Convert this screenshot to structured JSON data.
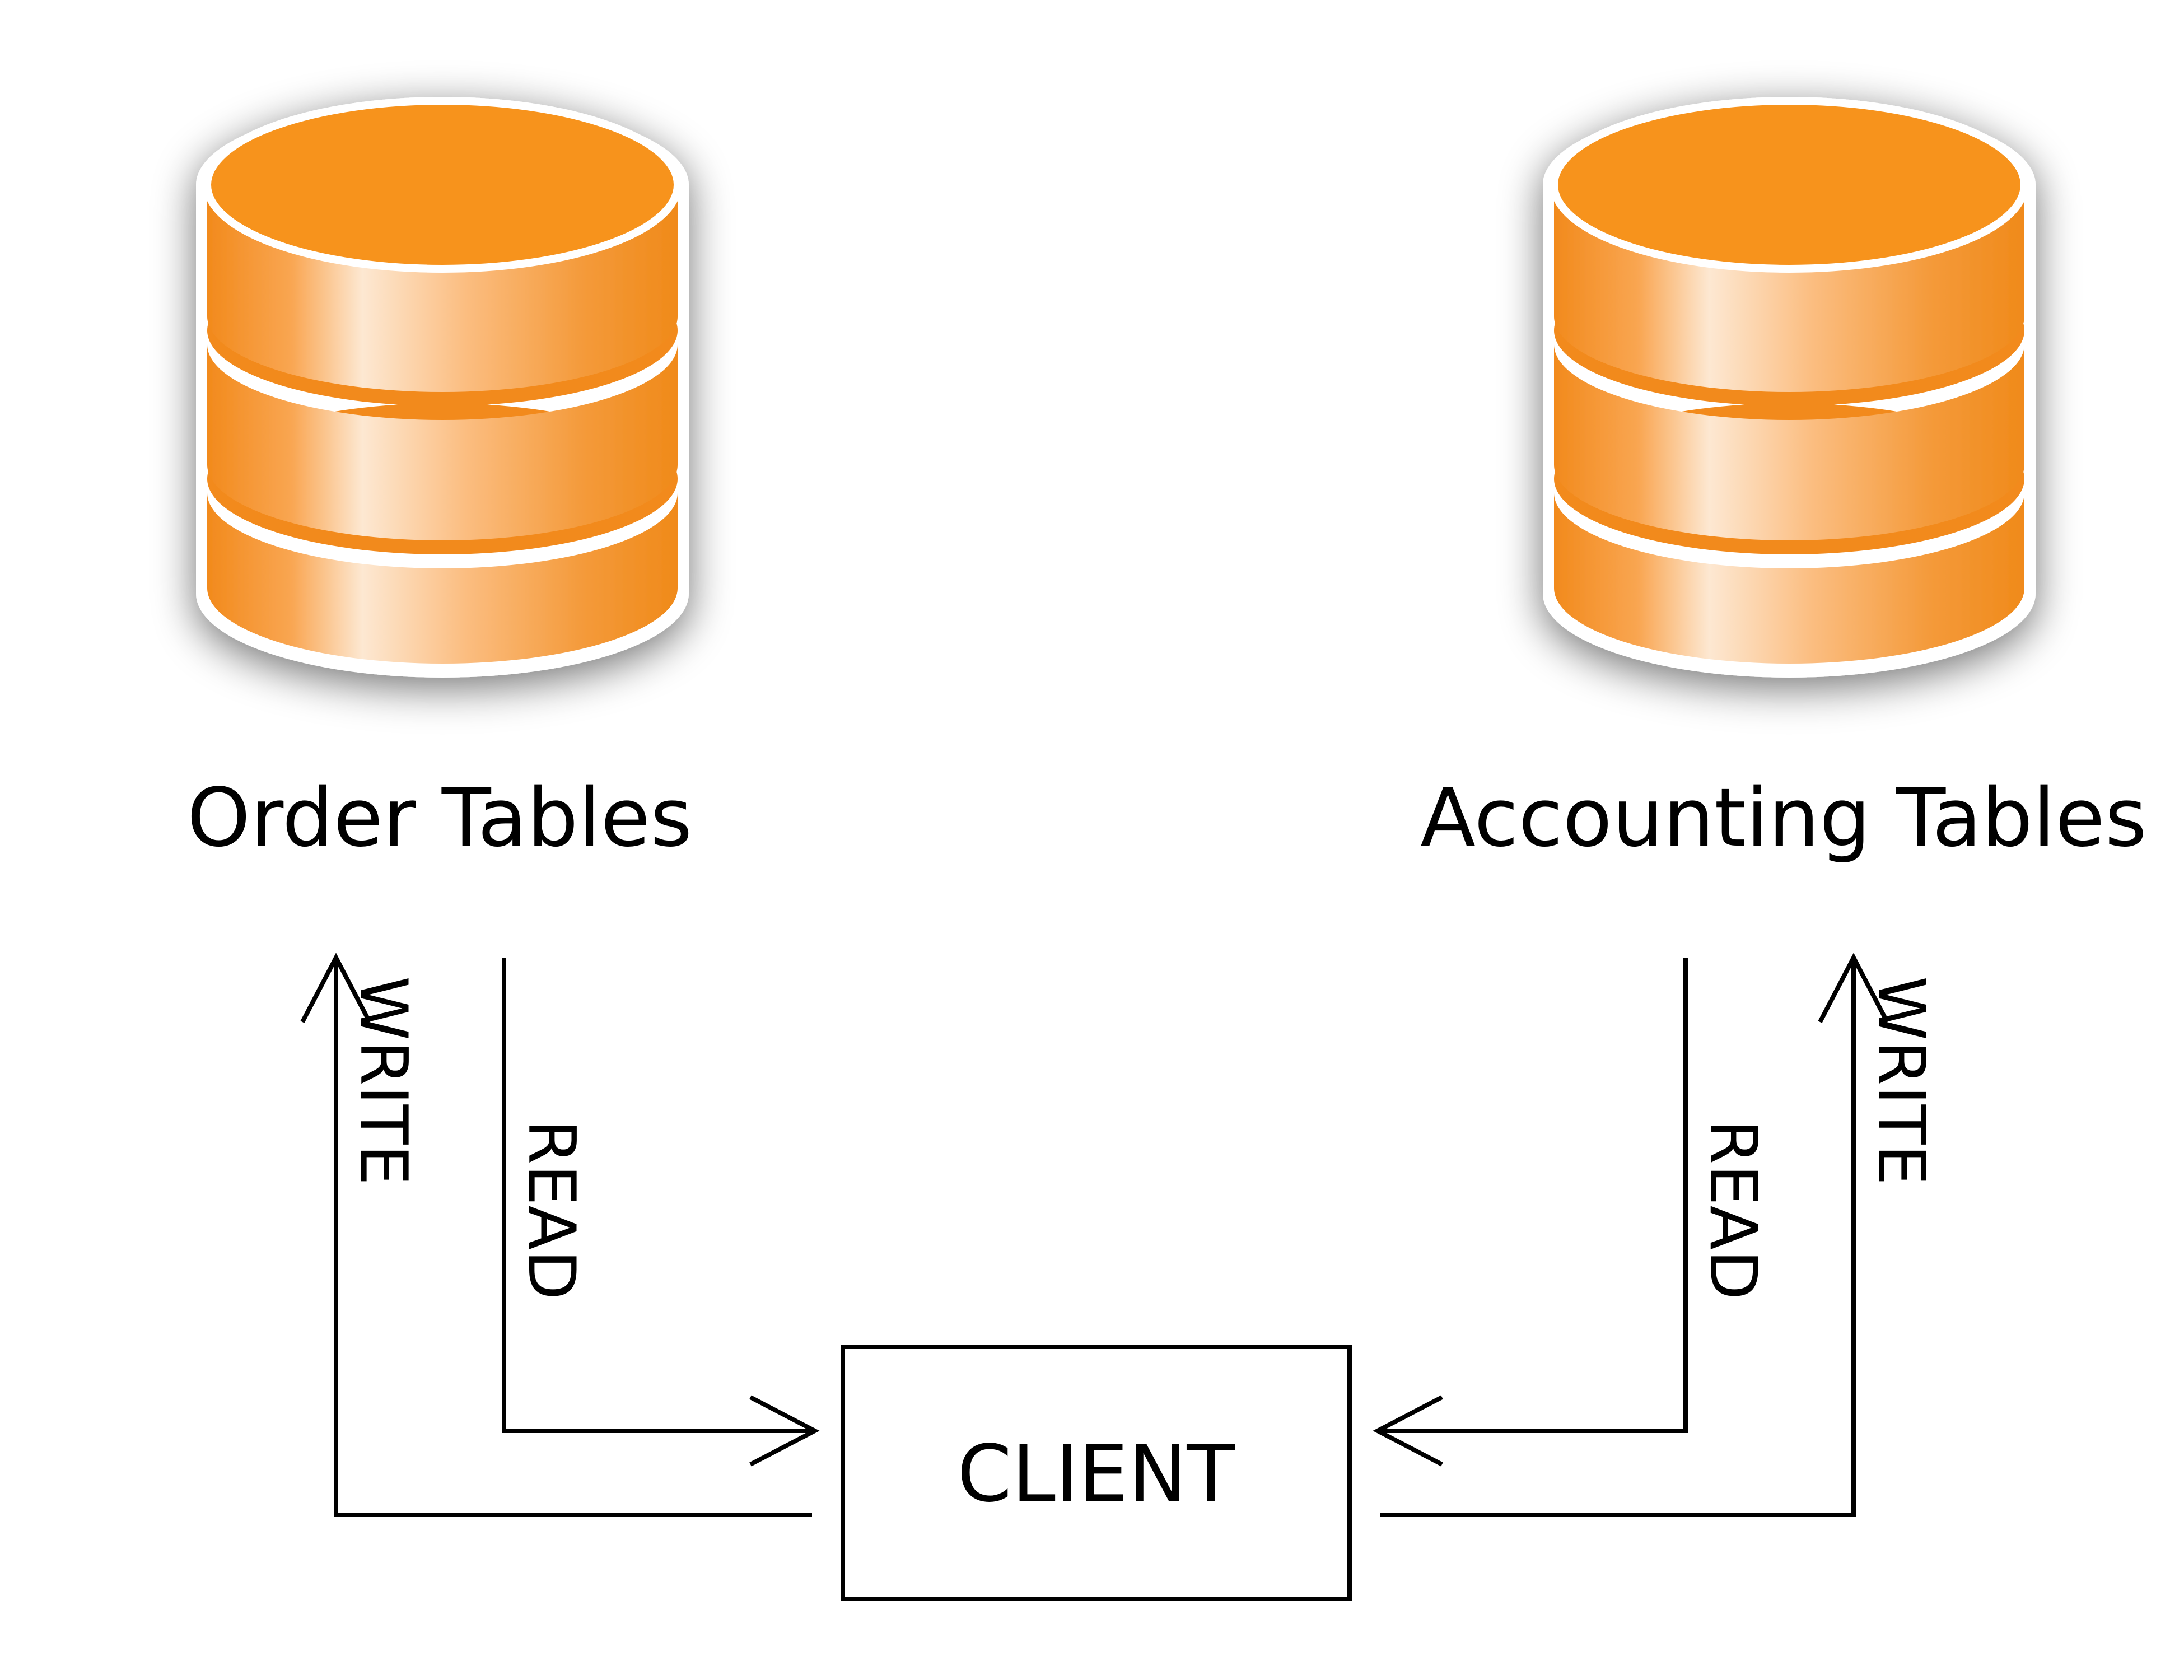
{
  "databases": [
    {
      "label": "Order Tables"
    },
    {
      "label": "Accounting Tables"
    }
  ],
  "flows": {
    "left_write": "WRITE",
    "left_read": "READ",
    "right_read": "READ",
    "right_write": "WRITE"
  },
  "client": {
    "label": "CLIENT"
  },
  "colors": {
    "cylinder_top": "#f7931e",
    "cylinder_light": "#fde6cc",
    "cylinder_dark": "#f08a1a",
    "cylinder_outline": "#ffffff",
    "lines": "#000000"
  },
  "icons": [
    "database-icon",
    "database-icon"
  ]
}
